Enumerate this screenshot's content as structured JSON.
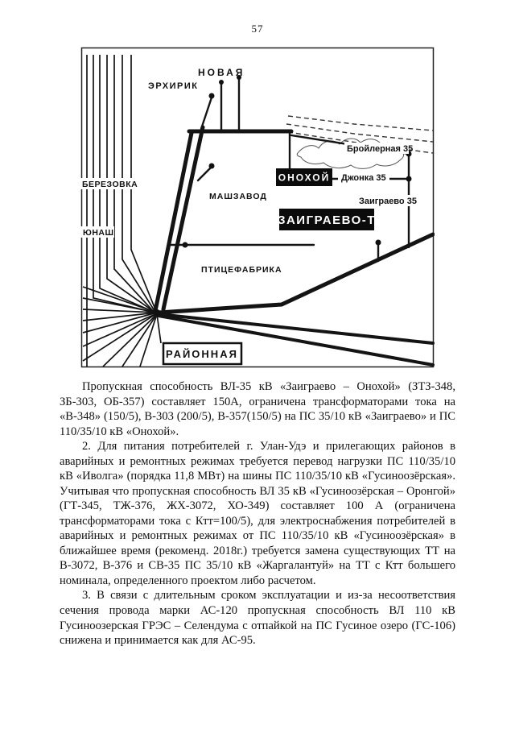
{
  "page": {
    "number": "57"
  },
  "map": {
    "labels": {
      "novaya": "НОВАЯ",
      "erhirik": "ЭРХИРИК",
      "berezovka": "БЕРЕЗОВКА",
      "yunash": "ЮНАШ",
      "mashzavod": "МАШЗАВОД",
      "onohoy": "ОНОХОЙ",
      "zaigraevo_t": "ЗАИГРАЕВО-Т",
      "ptitsefabrika": "ПТИЦЕФАБРИКА",
      "rayonnaya": "РАЙОННАЯ",
      "broylernaya": "Бройлерная 35",
      "dzhonka": "Джонка 35",
      "zaigraevo35": "Заиграево 35"
    }
  },
  "paragraphs": [
    "Пропускная способность ВЛ-35 кВ «Заиграево – Онохой» (ЗТЗ-348, ЗБ-303, ОБ-357) составляет 150А, ограничена трансформаторами тока на «В-348» (150/5), В-303 (200/5), В-357(150/5) на ПС 35/10 кВ «Заиграево» и ПС 110/35/10 кВ «Онохой».",
    "2. Для питания потребителей г. Улан-Удэ и прилегающих районов в аварийных и ремонтных режимах требуется перевод нагрузки ПС 110/35/10 кВ «Иволга» (порядка 11,8 МВт) на шины ПС 110/35/10 кВ «Гусиноозёрская». Учитывая что пропускная способность ВЛ 35 кВ «Гусиноозёрская – Оронгой» (ГТ-345, ТЖ-376, ЖХ-3072, ХО-349) составляет 100 А (ограничена трансформаторами тока с Ктт=100/5), для электроснабжения потребителей в аварийных и ремонтных режимах от ПС 110/35/10 кВ «Гусиноозёрская» в ближайшее время (рекоменд. 2018г.) требуется замена существующих ТТ на В-3072, В-376 и СВ-35 ПС 35/10 кВ «Жаргалантуй» на ТТ с Ктт большего номинала, определенного проектом либо расчетом.",
    "3. В связи с длительным сроком эксплуатации и из-за несоответствия сечения провода марки АС-120 пропускная способность ВЛ 110 кВ Гусиноозерская ГРЭС – Селендума с отпайкой на ПС Гусиное озеро (ГС-106) снижена и принимается как для АС-95."
  ]
}
